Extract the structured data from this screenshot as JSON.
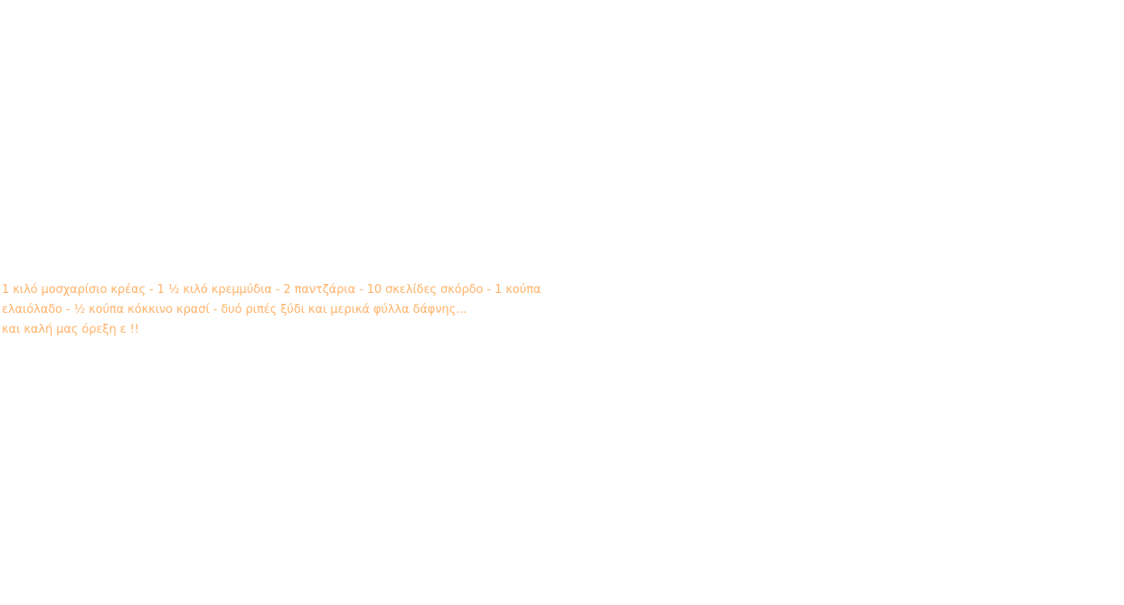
{
  "colors": {
    "background": "#ffffff",
    "text": "#ffb36b"
  },
  "recipe": {
    "lines": [
      "1 κιλό μοσχαρίσιο κρέας - 1 ½ κιλό κρεμμύδια - 2 παντζάρια - 10 σκελίδες σκόρδο - 1 κούπα",
      "ελαιόλαδο - ½ κούπα κόκκινο κρασί - δυό ριπές ξύδι και μερικά φύλλα δάφνης...",
      "και καλή μας όρεξη ε !!"
    ]
  }
}
